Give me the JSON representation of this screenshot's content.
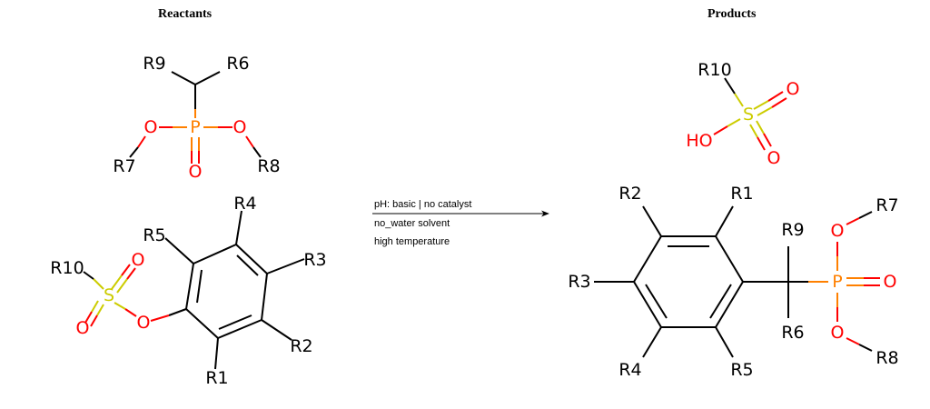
{
  "headings": {
    "reactants": "Reactants",
    "products": "Products"
  },
  "conditions": [
    "pH: basic | no catalyst",
    "no_water solvent",
    "high temperature"
  ],
  "colors": {
    "bond": "#000000",
    "oxygen": "#ff0000",
    "phosphorus": "#ff8000",
    "sulfur": "#cccc00"
  },
  "reactant_phosphonate": {
    "r9": "R9",
    "r6": "R6",
    "r7": "R7",
    "r8": "R8",
    "p": "P",
    "o_left": "O",
    "o_right": "O",
    "o_double": "O"
  },
  "reactant_aryl_sulfonate": {
    "r1": "R1",
    "r2": "R2",
    "r3": "R3",
    "r4": "R4",
    "r5": "R5",
    "r10": "R10",
    "s": "S",
    "o_top": "O",
    "o_bottom": "O",
    "o_link": "O"
  },
  "product_sulfonic_acid": {
    "r10": "R10",
    "s": "S",
    "o_right": "O",
    "o_bottom": "O",
    "ho": "HO"
  },
  "product_aryl_phosphonate": {
    "r1": "R1",
    "r2": "R2",
    "r3": "R3",
    "r4": "R4",
    "r5": "R5",
    "r6": "R6",
    "r7": "R7",
    "r8": "R8",
    "r9": "R9",
    "p": "P",
    "o_top": "O",
    "o_right": "O",
    "o_bottom": "O"
  }
}
